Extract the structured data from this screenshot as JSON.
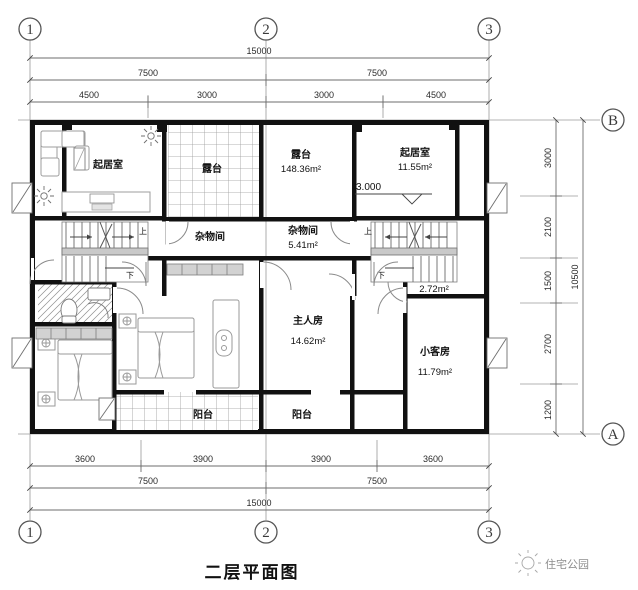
{
  "drawing": {
    "title": "二层平面图",
    "elevation_marker": "3.000",
    "watermark": "住宅公园"
  },
  "grid_labels": {
    "top": [
      "1",
      "2",
      "3"
    ],
    "bottom": [
      "1",
      "2",
      "3"
    ],
    "right_top": "B",
    "right_bottom": "A"
  },
  "dimensions": {
    "top": {
      "overall": "15000",
      "row_mid": [
        "7500",
        "7500"
      ],
      "row_inner": [
        "4500",
        "3000",
        "3000",
        "4500"
      ]
    },
    "bottom": {
      "overall": "15000",
      "row_mid": [
        "7500",
        "7500"
      ],
      "row_inner": [
        "3600",
        "3900",
        "3900",
        "3600"
      ]
    },
    "right": {
      "overall": "10500",
      "chain": [
        "3000",
        "2100",
        "1500",
        "2700",
        "1200"
      ]
    }
  },
  "rooms": [
    {
      "id": "living-left",
      "name": "起居室",
      "area": ""
    },
    {
      "id": "terrace-left",
      "name": "露台",
      "area": ""
    },
    {
      "id": "terrace-right",
      "name": "露台",
      "area": "148.36m²"
    },
    {
      "id": "living-right",
      "name": "起居室",
      "area": "11.55m²"
    },
    {
      "id": "storage-left",
      "name": "杂物间",
      "area": ""
    },
    {
      "id": "storage-right",
      "name": "杂物间",
      "area": "5.41m²"
    },
    {
      "id": "closet-right",
      "name": "",
      "area": "2.72m²"
    },
    {
      "id": "master-bedroom",
      "name": "主人房",
      "area": "14.62m²"
    },
    {
      "id": "guest-bedroom",
      "name": "小客房",
      "area": "11.79m²"
    },
    {
      "id": "balcony-left",
      "name": "阳台",
      "area": ""
    },
    {
      "id": "balcony-right",
      "name": "阳台",
      "area": ""
    }
  ],
  "stair_markers": {
    "up": "上",
    "down": "下"
  }
}
